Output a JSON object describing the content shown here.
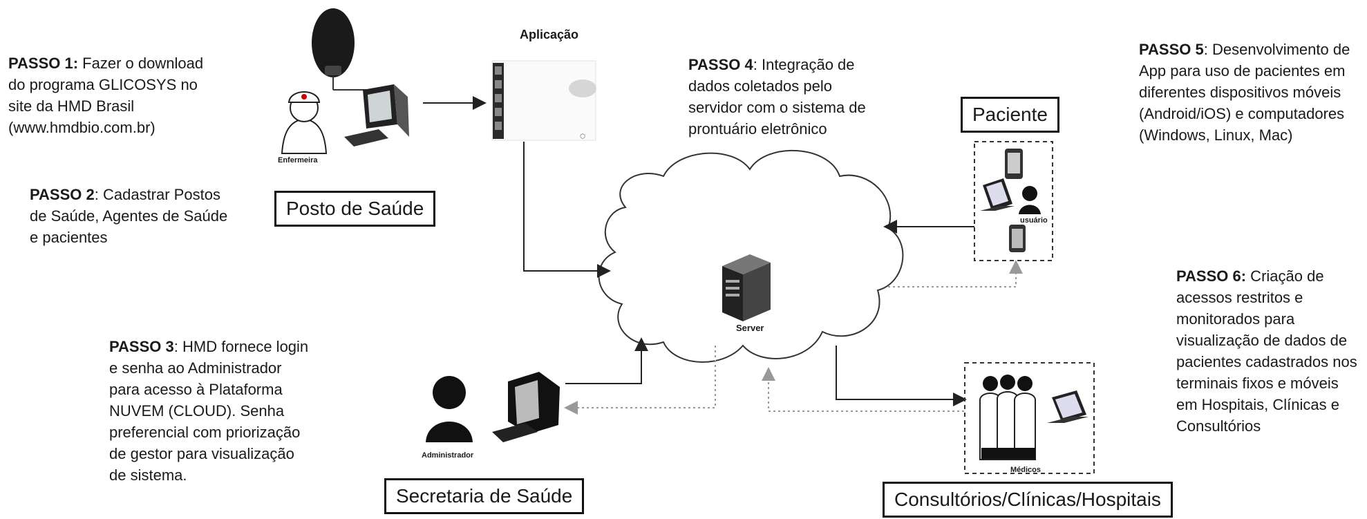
{
  "steps": [
    {
      "label": "PASSO 1:",
      "text": " Fazer o download do programa GLICOSYS no site da HMD Brasil (www.hmdbio.com.br)"
    },
    {
      "label": "PASSO 2",
      "text": ": Cadastrar Postos de Saúde, Agentes de Saúde e pacientes"
    },
    {
      "label": "PASSO 3",
      "text": ": HMD fornece login e senha ao Administrador para acesso à Plataforma NUVEM (CLOUD). Senha preferencial com priorização de gestor para visualização de sistema."
    },
    {
      "label": "PASSO 4",
      "text": ": Integração de dados coletados pelo servidor com o sistema de prontuário eletrônico"
    },
    {
      "label": "PASSO 5",
      "text": ": Desenvolvimento de App para uso de pacientes em diferentes dispositivos móveis (Android/iOS) e computadores (Windows, Linux, Mac)"
    },
    {
      "label": "PASSO 6:",
      "text": " Criação de acessos restritos e monitorados para visualização de dados de pacientes cadastrados nos terminais fixos e móveis em Hospitais, Clínicas e Consultórios"
    }
  ],
  "boxes": {
    "posto": "Posto de Saúde",
    "secretaria": "Secretaria de Saúde",
    "paciente": "Paciente",
    "consultorios": "Consultórios/Clínicas/Hospitais"
  },
  "captions": {
    "aplicacao": "Aplicação",
    "enfermeira": "Enfermeira",
    "server": "Server",
    "usuario": "usuário",
    "administrador": "Administrador",
    "medicos": "Médicos"
  }
}
